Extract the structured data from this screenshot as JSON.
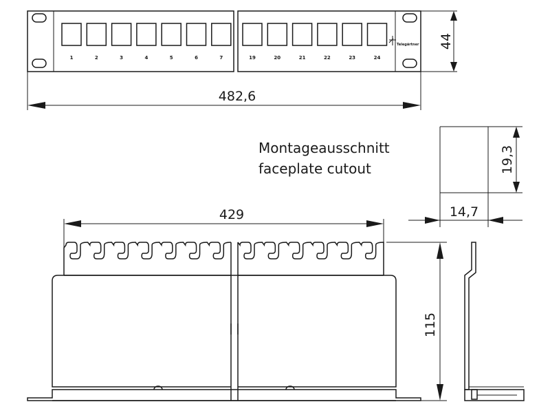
{
  "front_view": {
    "ports_left": [
      "1",
      "2",
      "3",
      "4",
      "5",
      "6",
      "7"
    ],
    "ports_right": [
      "19",
      "20",
      "21",
      "22",
      "23",
      "24"
    ],
    "brand": "Telegärtner",
    "height_dim": "44",
    "width_dim": "482,6"
  },
  "cutout": {
    "label_de": "Montageausschnitt",
    "label_en": "faceplate cutout",
    "height_dim": "19,3",
    "width_dim": "14,7"
  },
  "top_view": {
    "width_dim": "429",
    "depth_dim": "115"
  }
}
